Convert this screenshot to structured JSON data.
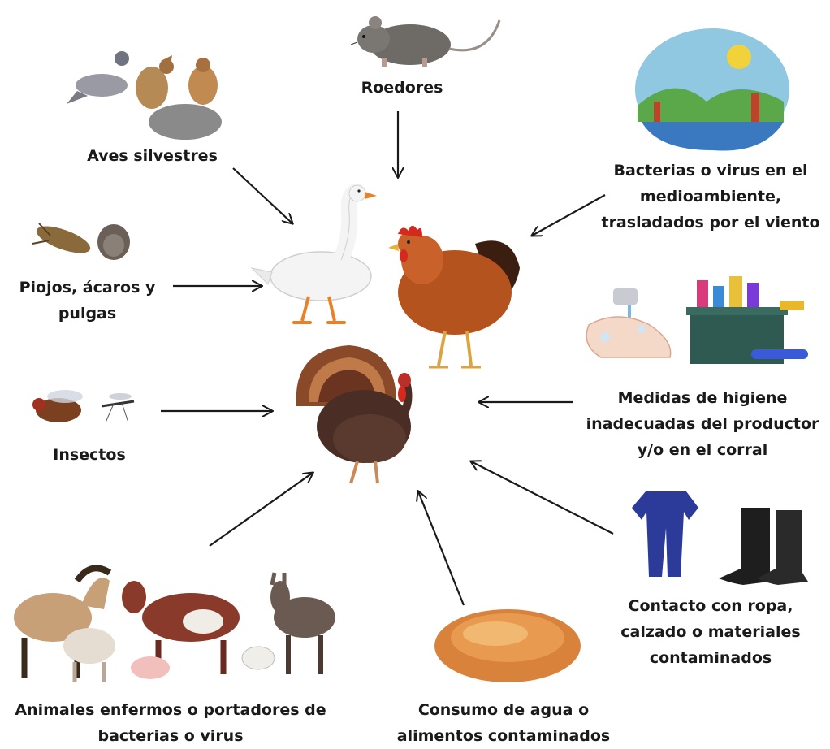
{
  "sources": {
    "wild_birds": {
      "label": "Aves silvestres"
    },
    "rodents": {
      "label": "Roedores"
    },
    "environment": {
      "lines": [
        "Bacterias o virus en el",
        "medioambiente,",
        "trasladados por el viento"
      ]
    },
    "lice": {
      "lines": [
        "Piojos, ácaros y",
        "pulgas"
      ]
    },
    "hygiene": {
      "lines": [
        "Medidas de higiene",
        "inadecuadas del productor",
        "y/o en el corral"
      ]
    },
    "insects": {
      "label": "Insectos"
    },
    "clothing": {
      "lines": [
        "Contacto con ropa,",
        "calzado o materiales",
        "contaminados"
      ]
    },
    "sick_animals": {
      "lines": [
        "Animales enfermos o portadores de",
        "bacterias o virus"
      ]
    },
    "feed": {
      "lines": [
        "Consumo de agua o",
        "alimentos contaminados"
      ]
    }
  },
  "colors": {
    "arrow": "#1a1a1a",
    "hen": "#b5531e",
    "turkey": "#5a3a2e",
    "goose": "#f2f2f2",
    "comb": "#d42a1e",
    "beak": "#e8822a",
    "feed": "#d9823b",
    "overall": "#2c3a9a",
    "boots": "#1e1e1e"
  }
}
